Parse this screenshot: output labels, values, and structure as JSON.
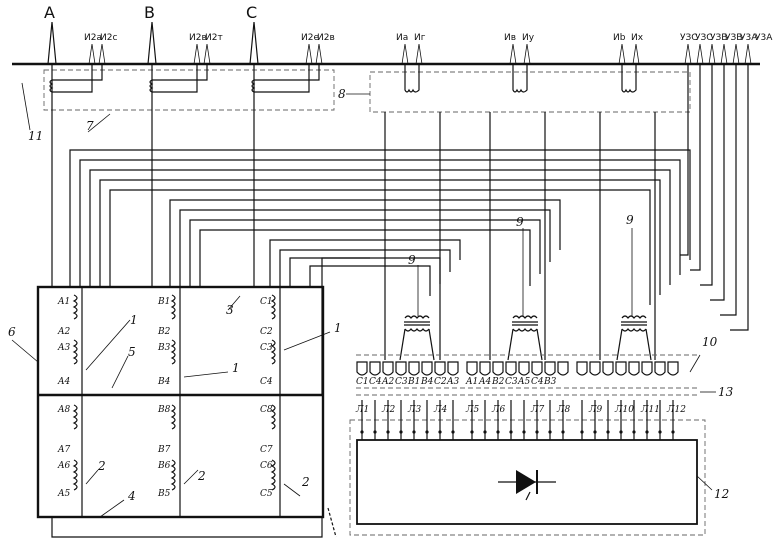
{
  "phases": [
    "A",
    "B",
    "C"
  ],
  "bus_taps": {
    "left": [
      "И2a",
      "И2c"
    ],
    "mid": [
      "И2в",
      "И2т"
    ],
    "right": [
      "И2e",
      "И2в"
    ]
  },
  "pulse_taps": [
    [
      "Иa",
      "Иг"
    ],
    [
      "Ив",
      "Иу"
    ],
    [
      "Иb",
      "Иx"
    ],
    [
      "УЗС",
      "УЗС",
      "УЗВ",
      "УЗВ",
      "У3А",
      "У3А"
    ]
  ],
  "winding_labels": {
    "a": [
      "A1",
      "A2",
      "A3",
      "A4",
      "A8",
      "A7",
      "A6",
      "A5"
    ],
    "b": [
      "B1",
      "B2",
      "B3",
      "B4",
      "B8",
      "B7",
      "B6",
      "B5"
    ],
    "c": [
      "C1",
      "C2",
      "C3",
      "C4",
      "C8",
      "C7",
      "C6",
      "C5"
    ]
  },
  "thyristor_terms_top": [
    "C1",
    "C4",
    "A2",
    "C3",
    "B1",
    "B4",
    "C2",
    "A3",
    "A1",
    "A4",
    "B2",
    "C3",
    "A5",
    "C4",
    "B3"
  ],
  "thyristor_terms_bot": [
    "Л1",
    "Л2",
    "Л3",
    "Л4",
    "Л5",
    "Л6",
    "Л7",
    "Л8",
    "Л9",
    "Л10",
    "Л11",
    "Л12"
  ],
  "refs": {
    "r1a": "1",
    "r1b": "1",
    "r1c": "1",
    "r2a": "2",
    "r2b": "2",
    "r2c": "2",
    "r3": "3",
    "r4": "4",
    "r5": "5",
    "r6": "6",
    "r7": "7",
    "r8": "8",
    "r9a": "9",
    "r9b": "9",
    "r9c": "9",
    "r10": "10",
    "r11": "11",
    "r12": "12",
    "r13": "13"
  }
}
